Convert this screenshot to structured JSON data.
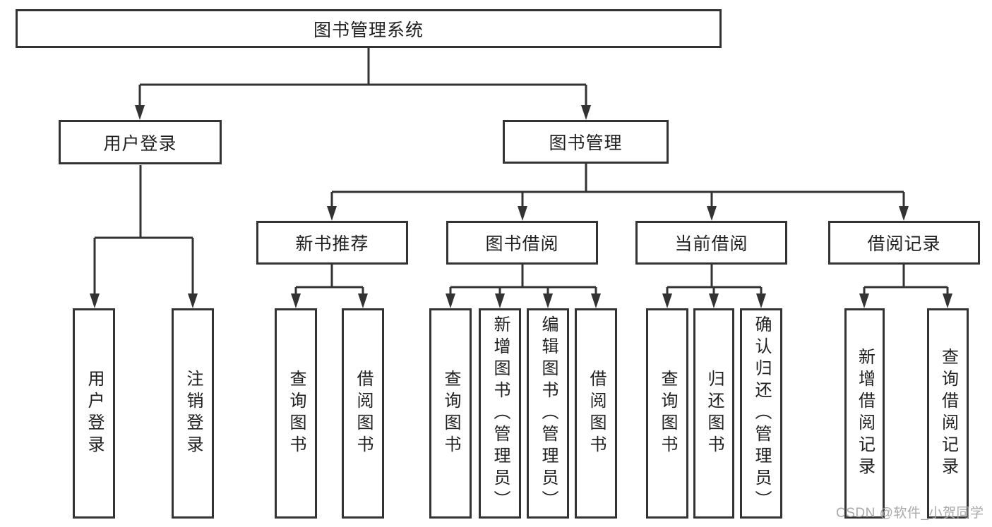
{
  "diagram_type": "functional-structure-tree",
  "tree": {
    "label": "图书管理系统",
    "children": [
      {
        "label": "用户登录",
        "children": [
          {
            "label": "用户登录"
          },
          {
            "label": "注销登录"
          }
        ]
      },
      {
        "label": "图书管理",
        "children": [
          {
            "label": "新书推荐",
            "children": [
              {
                "label": "查询图书"
              },
              {
                "label": "借阅图书"
              }
            ]
          },
          {
            "label": "图书借阅",
            "children": [
              {
                "label": "查询图书"
              },
              {
                "label": "新增图书（管理员）"
              },
              {
                "label": "编辑图书（管理员）"
              },
              {
                "label": "借阅图书"
              }
            ]
          },
          {
            "label": "当前借阅",
            "children": [
              {
                "label": "查询图书"
              },
              {
                "label": "归还图书"
              },
              {
                "label": "确认归还（管理员）"
              }
            ]
          },
          {
            "label": "借阅记录",
            "children": [
              {
                "label": "新增借阅记录"
              },
              {
                "label": "查询借阅记录"
              }
            ]
          }
        ]
      }
    ]
  },
  "watermark": {
    "text": "CSDN @软件_小贺同学"
  },
  "colors": {
    "line": "#333333",
    "text": "#1f1f1f",
    "background": "#ffffff",
    "watermark": "#a2a2a2"
  }
}
